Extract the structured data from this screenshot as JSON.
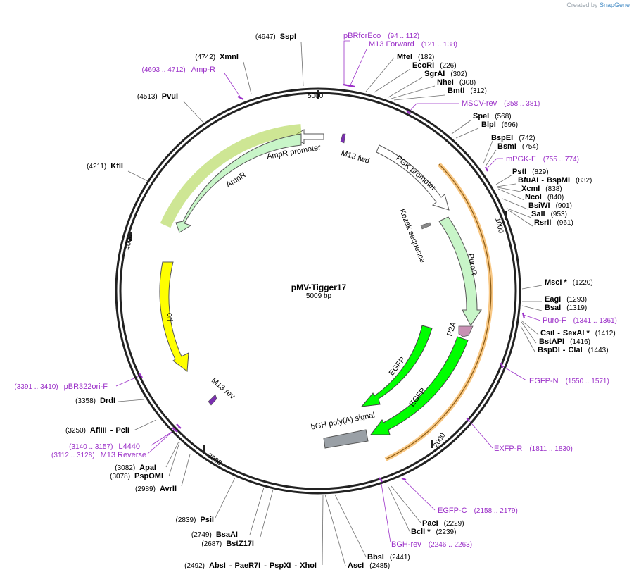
{
  "credit": {
    "prefix": "Created by",
    "brand": "SnapGene"
  },
  "plasmid": {
    "name": "pMV-Tigger17",
    "size": "5009 bp"
  },
  "ticks": [
    "5000",
    "1000",
    "2000",
    "3000",
    "4000"
  ],
  "features": [
    {
      "label": "AmpR promoter"
    },
    {
      "label": "AmpR"
    },
    {
      "label": "M13 fwd"
    },
    {
      "label": "PGK promoter"
    },
    {
      "label": "Kozak sequence"
    },
    {
      "label": "PuroR"
    },
    {
      "label": "P2A"
    },
    {
      "label": "EGFP"
    },
    {
      "label": "EGFP"
    },
    {
      "label": "ori"
    },
    {
      "label": "M13 rev"
    },
    {
      "label": "bGH poly(A) signal"
    }
  ],
  "enzymes": [
    {
      "num": "(4947)",
      "name": "SspI"
    },
    {
      "num": "(4742)",
      "name": "XmnI"
    },
    {
      "num": "(4513)",
      "name": "PvuI"
    },
    {
      "num": "(4211)",
      "name": "KflI"
    },
    {
      "name": "MfeI",
      "num": "(182)"
    },
    {
      "name": "EcoRI",
      "num": "(226)"
    },
    {
      "name": "SgrAI",
      "num": "(302)"
    },
    {
      "name": "NheI",
      "num": "(308)"
    },
    {
      "name": "BmtI",
      "num": "(312)"
    },
    {
      "name": "SpeI",
      "num": "(568)"
    },
    {
      "name": "BlpI",
      "num": "(596)"
    },
    {
      "name": "BspEI",
      "num": "(742)"
    },
    {
      "name": "BsmI",
      "num": "(754)"
    },
    {
      "name": "PstI",
      "num": "(829)"
    },
    {
      "name": "BfuAI",
      "sep": "-",
      "name2": "BspMI",
      "num": "(832)"
    },
    {
      "name": "XcmI",
      "num": "(838)"
    },
    {
      "name": "NcoI",
      "num": "(840)"
    },
    {
      "name": "BsiWI",
      "num": "(901)"
    },
    {
      "name": "SalI",
      "num": "(953)"
    },
    {
      "name": "RsrII",
      "num": "(961)"
    },
    {
      "name": "MscI *",
      "num": "(1220)"
    },
    {
      "name": "EagI",
      "num": "(1293)"
    },
    {
      "name": "BsaI",
      "num": "(1319)"
    },
    {
      "name": "CsiI",
      "sep": "-",
      "name2": "SexAI *",
      "num": "(1412)"
    },
    {
      "name": "BstAPI",
      "num": "(1416)"
    },
    {
      "name": "BspDI",
      "sep": "-",
      "name2": "ClaI",
      "num": "(1443)"
    },
    {
      "name": "PacI",
      "num": "(2229)"
    },
    {
      "name": "BclI *",
      "num": "(2239)"
    },
    {
      "name": "BbsI",
      "num": "(2441)"
    },
    {
      "name": "AscI",
      "num": "(2485)"
    },
    {
      "num": "(2492)",
      "name": "AbsI",
      "sep": "-",
      "name2": "PaeR7I",
      "sep2": "-",
      "name3": "PspXI",
      "sep3": "-",
      "name4": "XhoI"
    },
    {
      "num": "(2687)",
      "name": "BstZ17I"
    },
    {
      "num": "(2749)",
      "name": "BsaAI"
    },
    {
      "num": "(2839)",
      "name": "PsiI"
    },
    {
      "num": "(2989)",
      "name": "AvrII"
    },
    {
      "num": "(3078)",
      "name": "PspOMI"
    },
    {
      "num": "(3082)",
      "name": "ApaI"
    },
    {
      "num": "(3250)",
      "name": "AflIII",
      "sep": "-",
      "name2": "PciI"
    },
    {
      "num": "(3358)",
      "name": "DrdI"
    }
  ],
  "primers": [
    {
      "name": "pBRforEco",
      "range": "(94 .. 112)"
    },
    {
      "name": "M13 Forward",
      "range": "(121 .. 138)"
    },
    {
      "name": "MSCV-rev",
      "range": "(358 .. 381)"
    },
    {
      "name": "mPGK-F",
      "range": "(755 .. 774)"
    },
    {
      "name": "Puro-F",
      "range": "(1341 .. 1361)"
    },
    {
      "name": "EGFP-N",
      "range": "(1550 .. 1571)"
    },
    {
      "name": "EXFP-R",
      "range": "(1811 .. 1830)"
    },
    {
      "name": "EGFP-C",
      "range": "(2158 .. 2179)"
    },
    {
      "name": "BGH-rev",
      "range": "(2246 .. 2263)"
    },
    {
      "range": "(4693 .. 4712)",
      "name": "Amp-R"
    },
    {
      "range": "(3391 .. 3410)",
      "name": "pBR322ori-F"
    },
    {
      "range": "(3140 .. 3157)",
      "name": "L4440"
    },
    {
      "range": "(3112 .. 3128)",
      "name": "M13 Reverse"
    }
  ],
  "colors": {
    "backbone": "#222222",
    "primer": "#9b30c8",
    "amp": "#c8f5c8",
    "ampHighlight": "#a6d23c",
    "ori": "#ffff00",
    "egfp": "#00ff00",
    "orf": "#f5b45a",
    "p2a": "#c890b4",
    "polyA": "#9aa0a6"
  }
}
